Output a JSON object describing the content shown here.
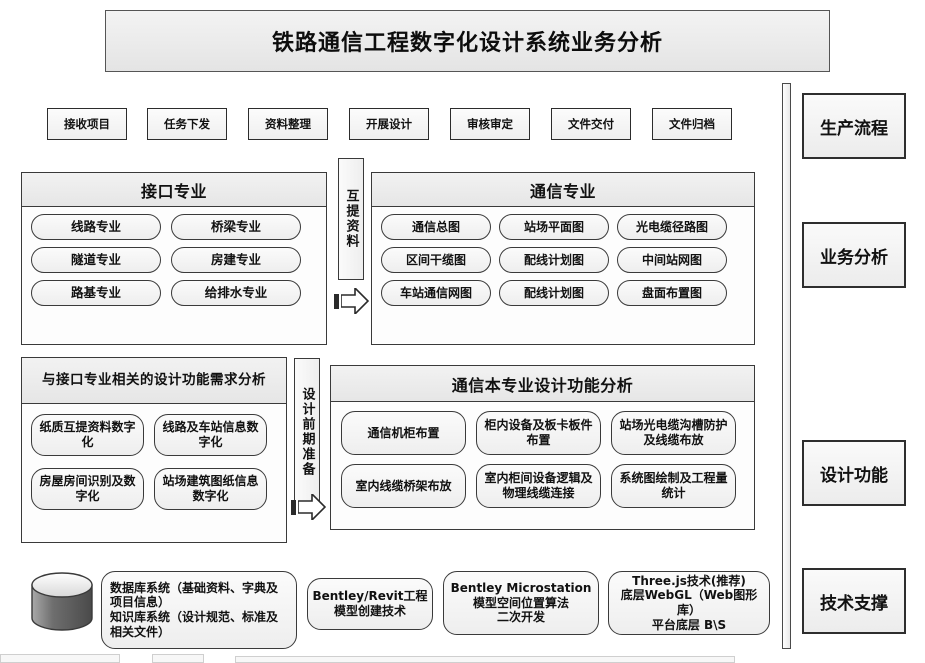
{
  "title": "铁路通信工程数字化设计系统业务分析",
  "process_flow": {
    "steps": [
      {
        "label": "接收项目"
      },
      {
        "label": "任务下发"
      },
      {
        "label": "资料整理"
      },
      {
        "label": "开展设计"
      },
      {
        "label": "审核审定"
      },
      {
        "label": "文件交付"
      },
      {
        "label": "文件归档"
      }
    ]
  },
  "interface_panel": {
    "heading": "接口专业",
    "items": [
      "线路专业",
      "桥梁专业",
      "隧道专业",
      "房建专业",
      "路基专业",
      "给排水专业"
    ]
  },
  "exchange_strip": {
    "label": "互提资料"
  },
  "prep_strip": {
    "label": "设计前期准备"
  },
  "comm_panel": {
    "heading": "通信专业",
    "items": [
      "通信总图",
      "站场平面图",
      "光电缆径路图",
      "区间干缆图",
      "配线计划图",
      "中间站网图",
      "车站通信网图",
      "配线计划图",
      "盘面布置图"
    ]
  },
  "requirement_panel": {
    "heading": "与接口专业相关的设计功能需求分析",
    "items": [
      "纸质互提资料数字化",
      "线路及车站信息数字化",
      "房屋房间识别及数字化",
      "站场建筑图纸信息数字化"
    ]
  },
  "design_panel": {
    "heading": "通信本专业设计功能分析",
    "items": [
      "通信机柜布置",
      "柜内设备及板卡板件布置",
      "站场光电缆沟槽防护及线缆布放",
      "室内线缆桥架布放",
      "室内柜间设备逻辑及物理线缆连接",
      "系统图绘制及工程量统计"
    ]
  },
  "tech_support": {
    "database_icon": "database-cylinder-icon",
    "items": [
      "数据库系统（基础资料、字典及项目信息）\n知识库系统（设计规范、标准及相关文件）",
      "Bentley/Revit工程模型创建技术",
      "Bentley Microstation\n模型空间位置算法\n二次开发",
      "Three.js技术(推荐)\n底层WebGL（Web图形库）\n平台底层 B\\S"
    ]
  },
  "sidebar": {
    "items": [
      {
        "label": "生产流程"
      },
      {
        "label": "业务分析"
      },
      {
        "label": "设计功能"
      },
      {
        "label": "技术支撑"
      }
    ]
  },
  "colors": {
    "border": "#3a3a3a",
    "panel_head": "#ededed",
    "pill_fill": "#f4f4f4",
    "page_bg": "#ffffff"
  }
}
